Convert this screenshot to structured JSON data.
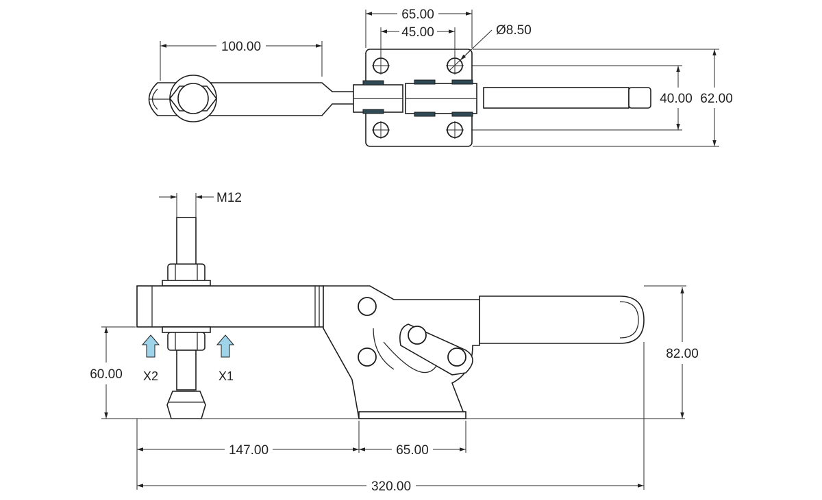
{
  "colors": {
    "line": "#2a2a2a",
    "arrow_fill": "#9fd3ea",
    "arrow_stroke": "#1e1e1e",
    "accent_dark": "#2f4a55"
  },
  "top_view": {
    "dim_plate_width": "65.00",
    "dim_hole_spacing_x": "45.00",
    "dim_hole_diameter": "Ø8.50",
    "dim_arm_length": "100.00",
    "dim_hole_spacing_y": "40.00",
    "dim_plate_height": "62.00"
  },
  "side_view": {
    "dim_thread": "M12",
    "dim_spindle_height": "60.00",
    "label_x1": "X1",
    "label_x2": "X2",
    "dim_total_height": "82.00",
    "dim_spindle_to_base": "147.00",
    "dim_base_length": "65.00",
    "dim_total_length": "320.00"
  }
}
